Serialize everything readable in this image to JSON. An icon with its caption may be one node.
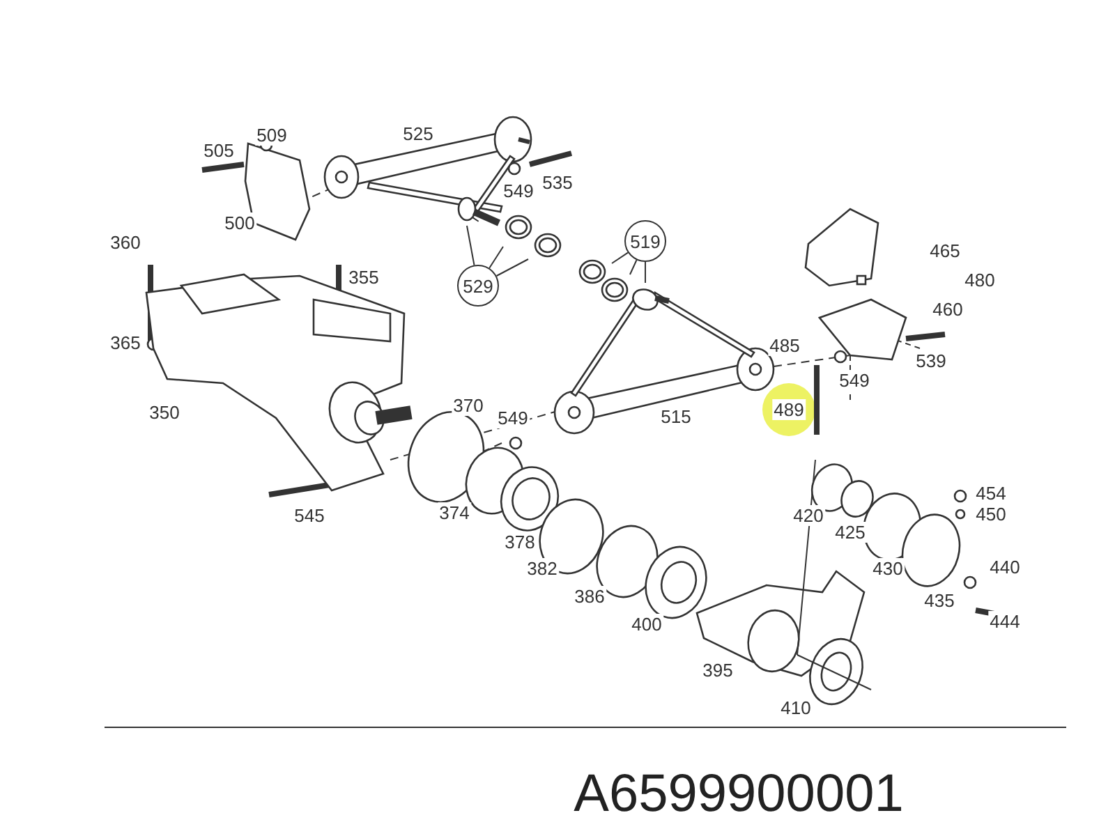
{
  "diagram": {
    "nodes": [
      {
        "text": [
          "529"
        ]
      },
      {
        "text": [
          "519"
        ]
      }
    ],
    "edges": [
      {
        "from": 0,
        "to": null,
        "arrow": "none"
      },
      {
        "from": 0,
        "to": null,
        "arrow": "none"
      },
      {
        "from": 0,
        "to": null,
        "arrow": "none"
      },
      {
        "from": 1,
        "to": null,
        "arrow": "none"
      },
      {
        "from": 1,
        "to": null,
        "arrow": "none"
      },
      {
        "from": 1,
        "to": null,
        "arrow": "none"
      }
    ],
    "labels": [
      "509",
      "505",
      "525",
      "549",
      "535",
      "500",
      "360",
      "355",
      "365",
      "350",
      "370",
      "549",
      "515",
      "545",
      "374",
      "378",
      "382",
      "386",
      "400",
      "465",
      "480",
      "460",
      "485",
      "539",
      "549",
      "489",
      "420",
      "425",
      "454",
      "450",
      "430",
      "440",
      "435",
      "444",
      "395",
      "410",
      "A6599900001"
    ]
  }
}
